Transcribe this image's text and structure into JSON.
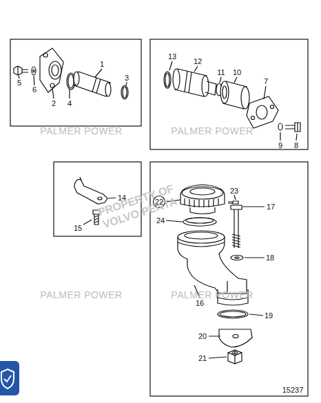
{
  "diagram": {
    "labels": [
      "1",
      "3",
      "5",
      "6",
      "2",
      "4",
      "13",
      "12",
      "11",
      "10",
      "7",
      "9",
      "8",
      "PALMER POWER",
      "PALMER POWER",
      "14",
      "15",
      "PROPERTY OF VOLVO PENTA",
      "23",
      "22",
      "17",
      "24",
      "18",
      "PALMER POWER",
      "PALMER POWER",
      "16",
      "19",
      "20",
      "21",
      "15237"
    ]
  }
}
